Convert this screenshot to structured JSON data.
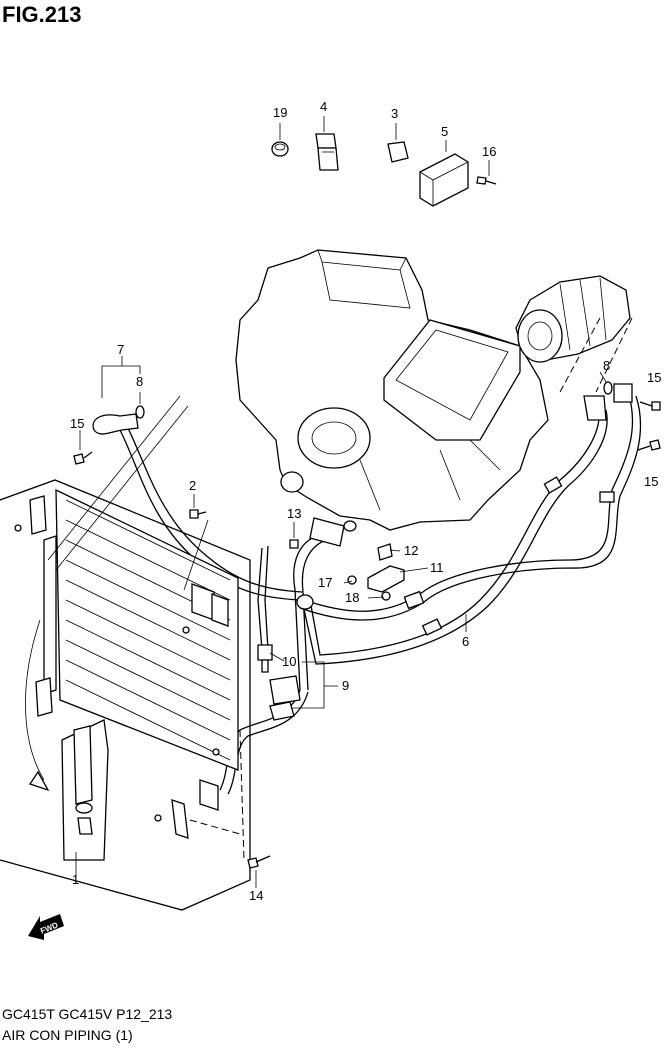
{
  "figure": {
    "title": "FIG.213"
  },
  "footer": {
    "models": "GC415T GC415V P12_213",
    "caption": "AIR CON PIPING (1)"
  },
  "fwd_label": "FWD",
  "callouts": [
    "19",
    "4",
    "3",
    "5",
    "16",
    "7",
    "8",
    "15",
    "8",
    "15",
    "15",
    "2",
    "13",
    "12",
    "11",
    "17",
    "18",
    "6",
    "10",
    "9",
    "1",
    "14"
  ]
}
